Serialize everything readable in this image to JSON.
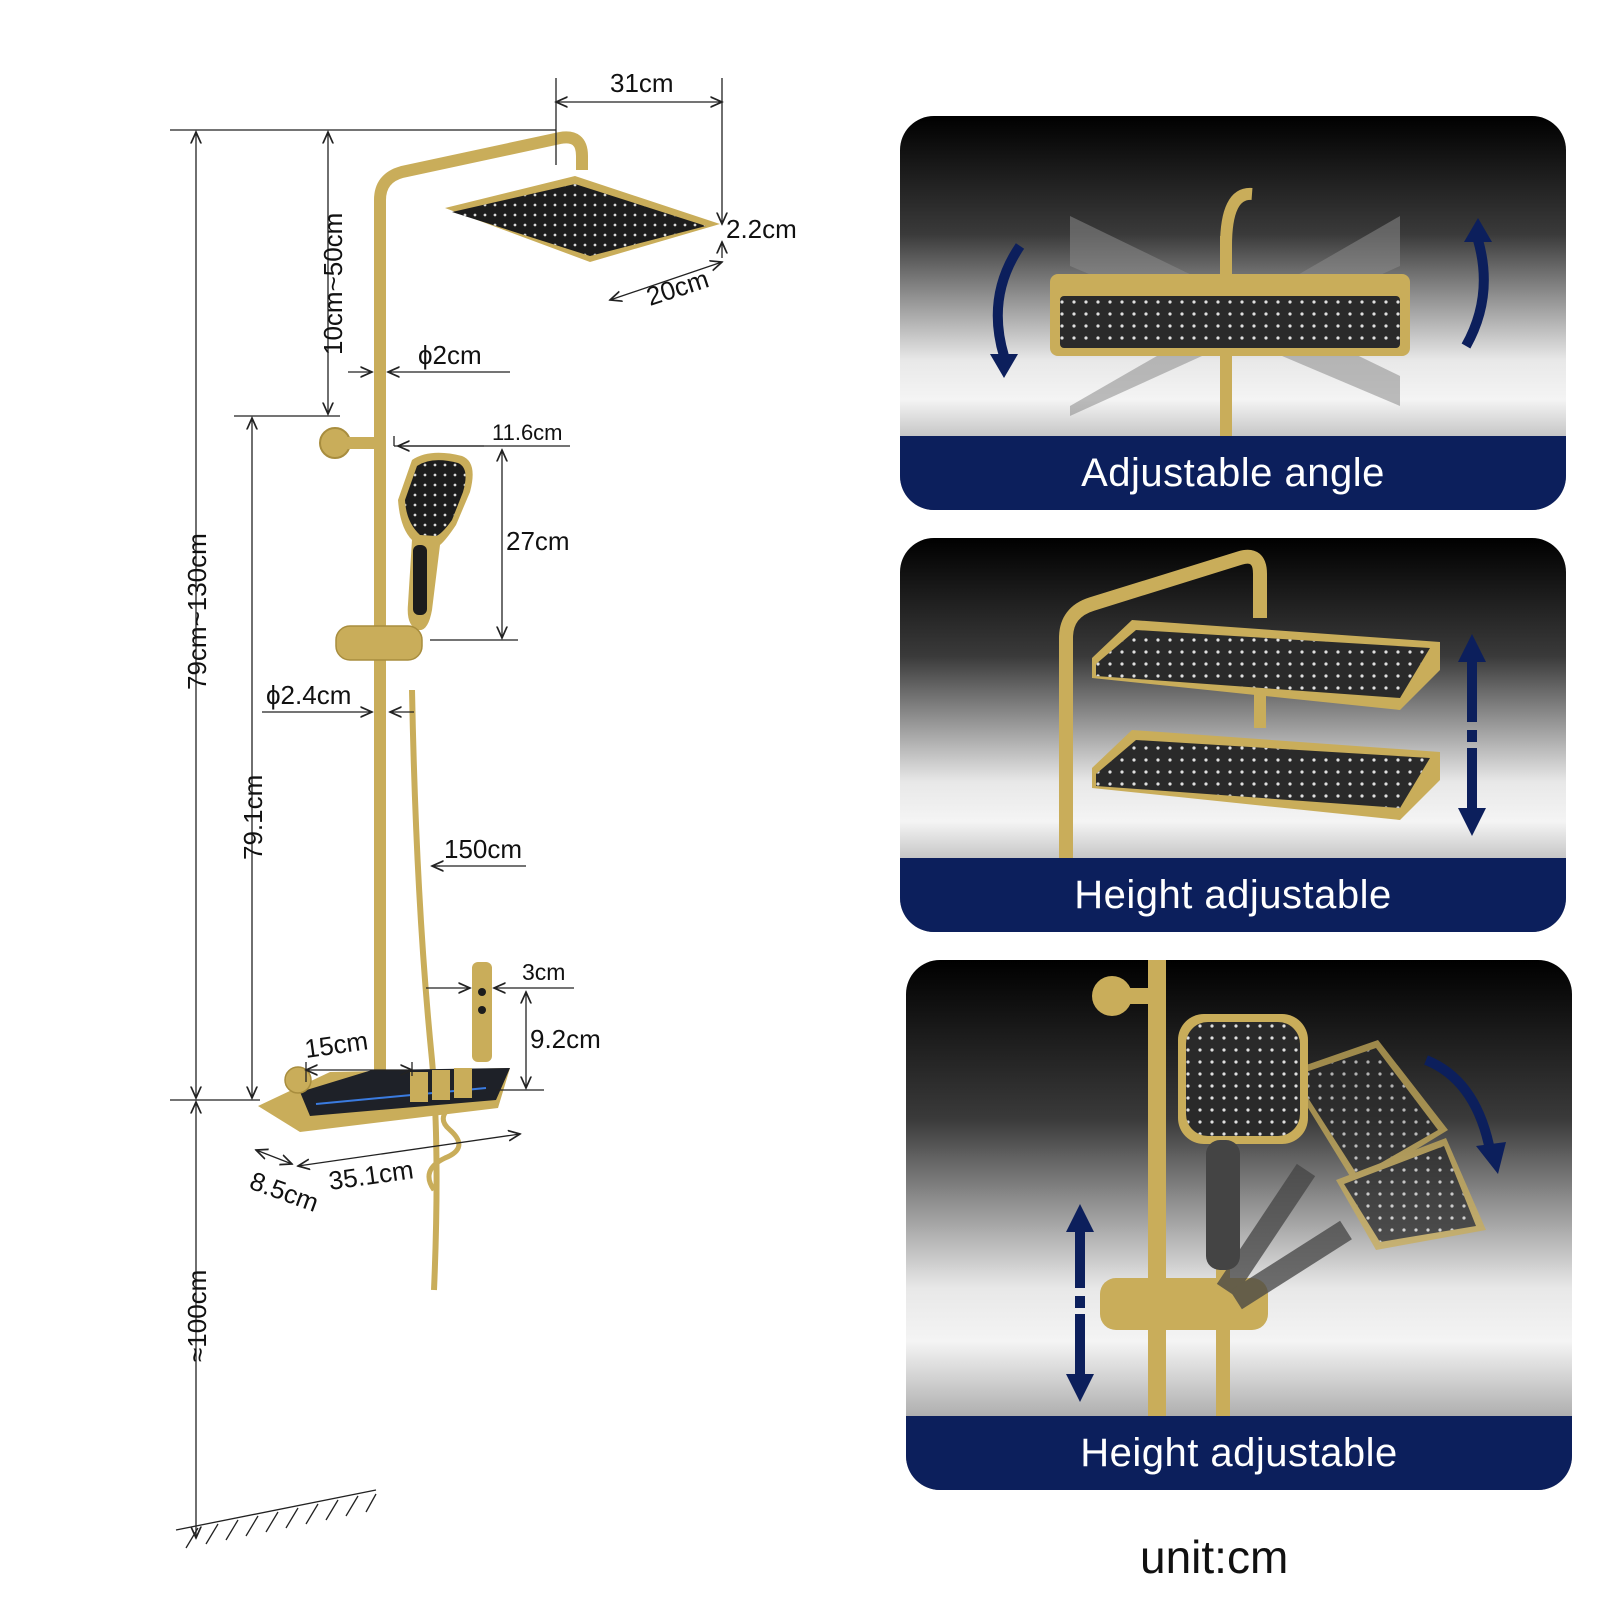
{
  "dimensions": {
    "width_top": "31cm",
    "head_thickness": "2.2cm",
    "head_depth": "20cm",
    "arm_drop": "10cm~50cm",
    "pipe_diameter_upper": "ϕ2cm",
    "handset_offset": "11.6cm",
    "handset_length": "27cm",
    "pipe_diameter_lower": "ϕ2.4cm",
    "total_height": "79cm~130cm",
    "lower_height": "79.1cm",
    "hose_length": "150cm",
    "spout_width": "3cm",
    "spout_height": "9.2cm",
    "shelf_pipe_offset": "15cm",
    "shelf_length": "35.1cm",
    "shelf_depth": "8.5cm",
    "floor_height": "≈100cm"
  },
  "panels": [
    {
      "caption": "Adjustable angle"
    },
    {
      "caption": "Height adjustable"
    },
    {
      "caption": "Height adjustable"
    }
  ],
  "unit_label": "unit:cm",
  "colors": {
    "gold": "#c9ad5a",
    "navy": "#0c1f5c",
    "head_dark": "#1c1c1c"
  }
}
